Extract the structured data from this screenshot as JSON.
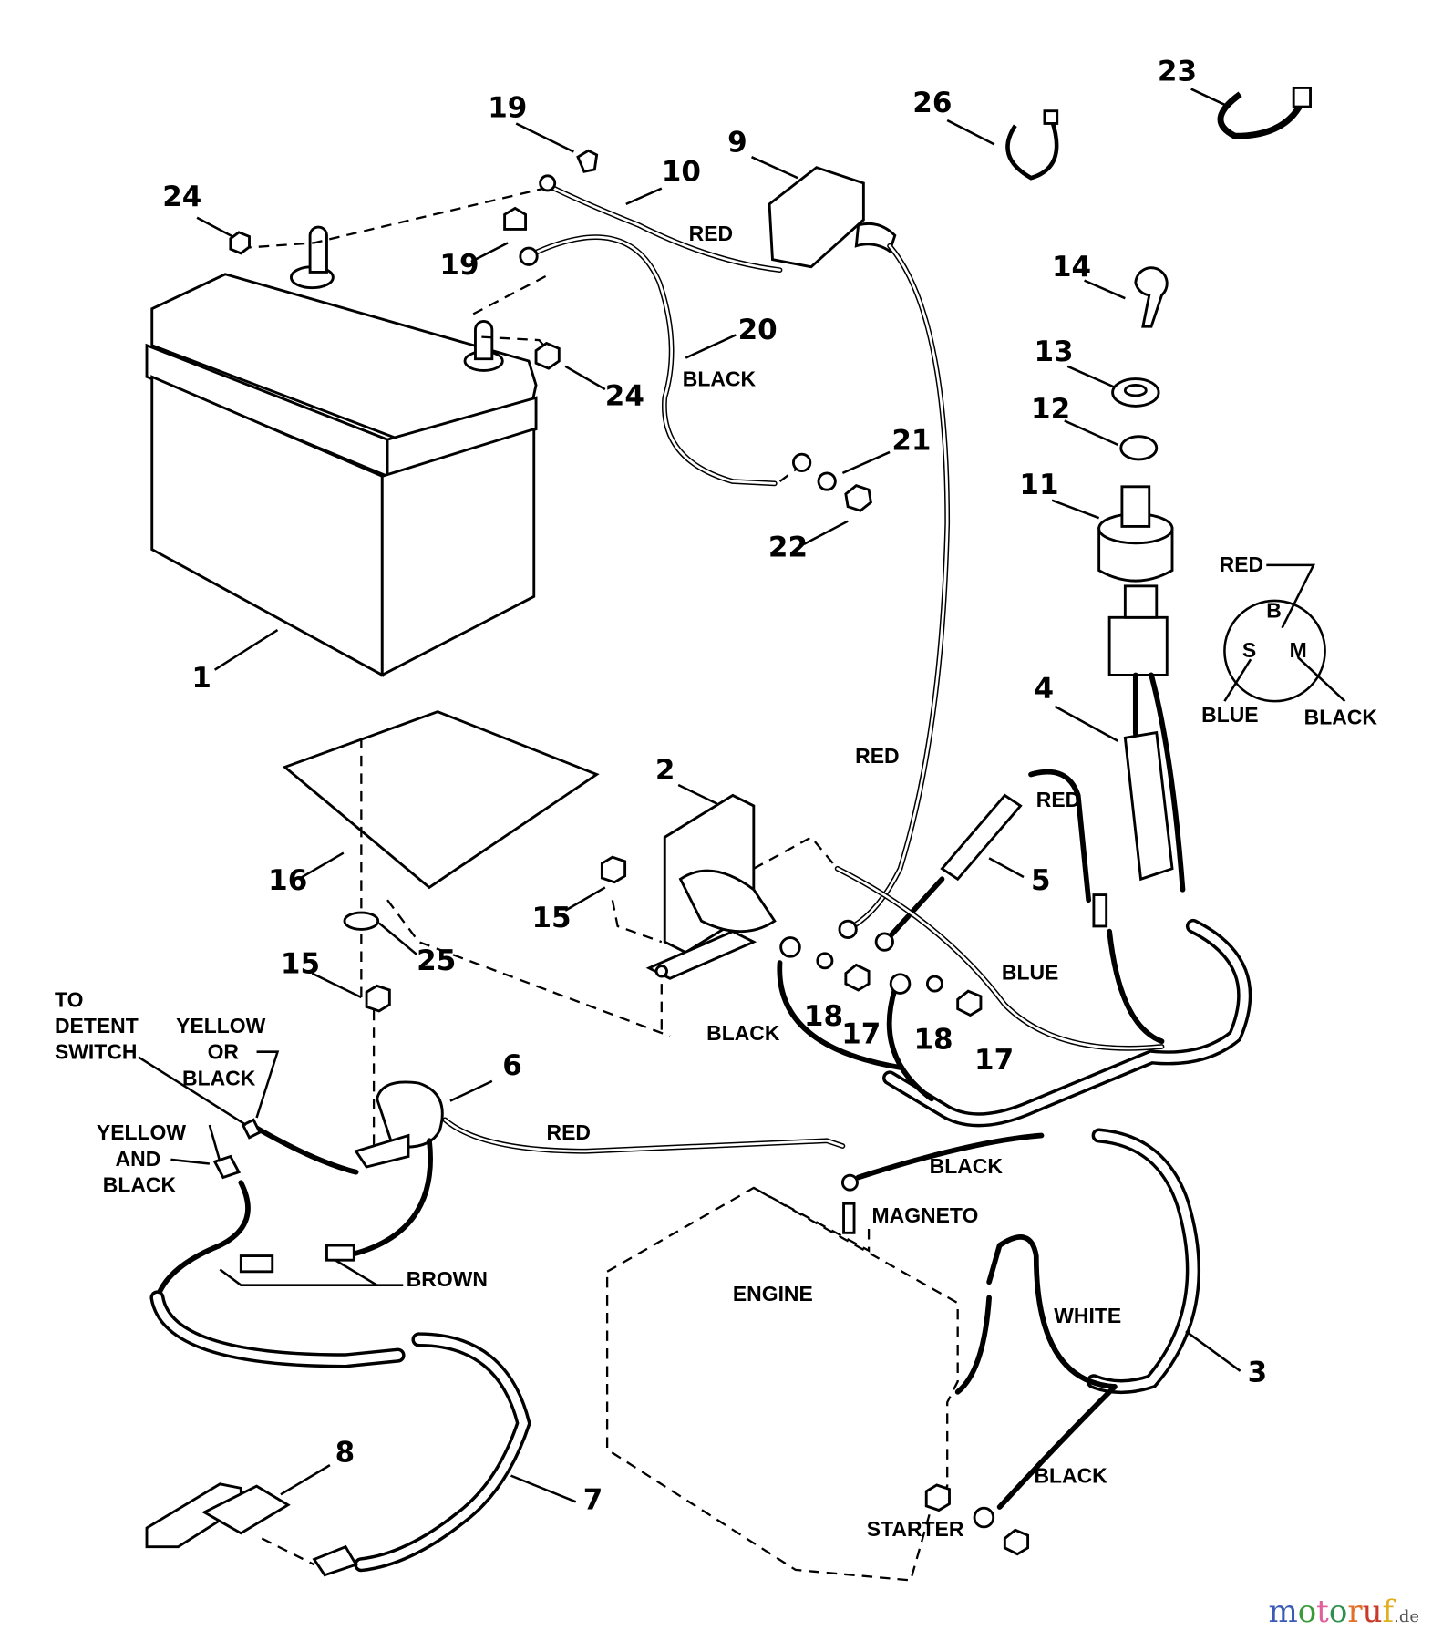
{
  "diagram": {
    "callouts": [
      "19",
      "10",
      "9",
      "26",
      "23",
      "24",
      "19",
      "20",
      "24",
      "14",
      "13",
      "12",
      "11",
      "21",
      "22",
      "1",
      "4",
      "2",
      "5",
      "16",
      "15",
      "25",
      "15",
      "18",
      "17",
      "18",
      "17",
      "6",
      "3",
      "8",
      "7"
    ],
    "wire_labels": {
      "red_top": "RED",
      "black_20": "BLACK",
      "red_mid": "RED",
      "red_fuse": "RED",
      "blue": "BLUE",
      "black_solenoid": "BLACK",
      "red_6": "RED",
      "black_magneto": "BLACK",
      "magneto": "MAGNETO",
      "engine": "ENGINE",
      "white": "WHITE",
      "black_starter": "BLACK",
      "starter": "STARTER",
      "brown": "BROWN"
    },
    "switch_terminals": {
      "red": "RED",
      "b": "B",
      "s": "S",
      "m": "M",
      "blue": "BLUE",
      "black": "BLACK"
    },
    "left_labels": {
      "to_detent_line1": "TO",
      "to_detent_line2": "DETENT",
      "to_detent_line3": "SWITCH",
      "yellow_or_black_1": "YELLOW",
      "yellow_or_black_2": "OR",
      "yellow_or_black_3": "BLACK",
      "yellow_and_black_1": "YELLOW",
      "yellow_and_black_2": "AND",
      "yellow_and_black_3": "BLACK"
    }
  },
  "watermark": {
    "text": "motoruf",
    "suffix": ".de",
    "colors": [
      "#3b5bb5",
      "#3a9a3a",
      "#e0609a",
      "#2f8f4f",
      "#e0702a",
      "#c83a2a",
      "#e0b020"
    ]
  }
}
